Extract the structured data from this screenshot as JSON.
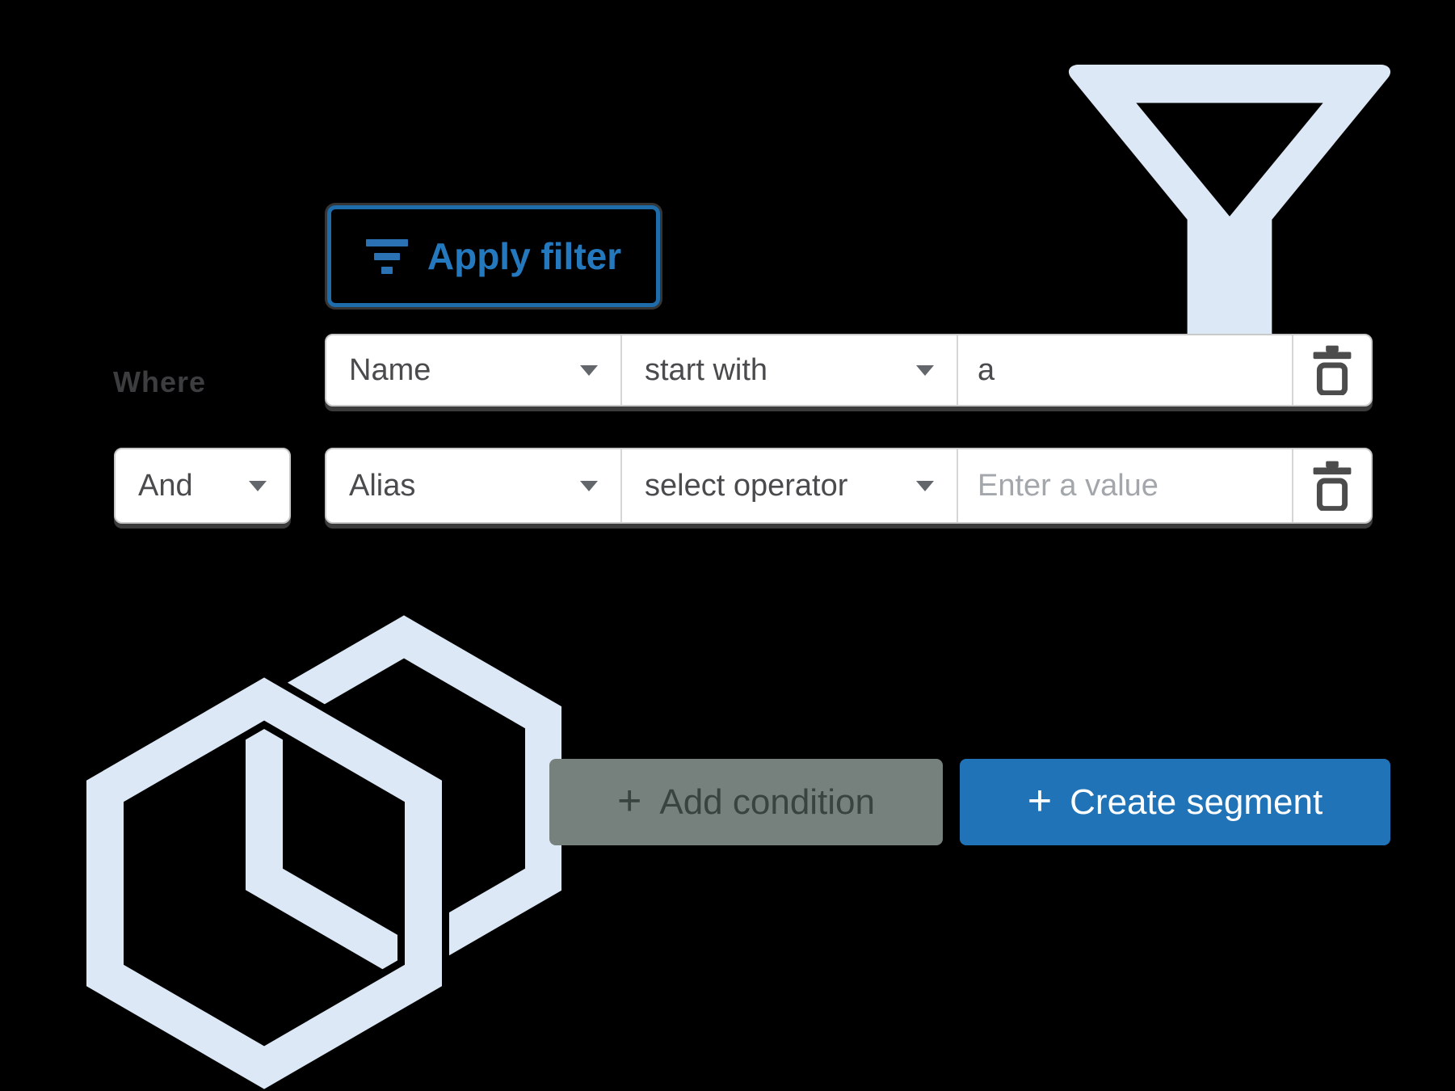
{
  "colors": {
    "background": "#000000",
    "light_icon_blue": "#dce8f5",
    "apply_filter_blue": "#2478bd",
    "create_segment_blue": "#2173b8",
    "add_condition_gray": "#76807c",
    "add_condition_text": "#39433f",
    "row_text": "#4b4b4d",
    "placeholder_gray": "#a3a7ab",
    "where_text": "#3c3d3f"
  },
  "apply_filter": {
    "label": "Apply filter"
  },
  "filter_builder": {
    "where_label": "Where",
    "rows": [
      {
        "field": "Name",
        "operator": "start with",
        "value": "a"
      },
      {
        "conjunction": "And",
        "field": "Alias",
        "operator": "select operator",
        "value": "",
        "value_placeholder": "Enter a value"
      }
    ]
  },
  "actions": {
    "plus": "+",
    "add_condition_label": "Add condition",
    "create_segment_label": "Create segment"
  },
  "icons": {
    "funnel": "funnel-watermark-icon",
    "hexagons": "hexagon-cubes-watermark-icon",
    "filter_lines": "filter-lines-icon",
    "trash": "trash-icon",
    "caret": "chevron-down-icon"
  }
}
